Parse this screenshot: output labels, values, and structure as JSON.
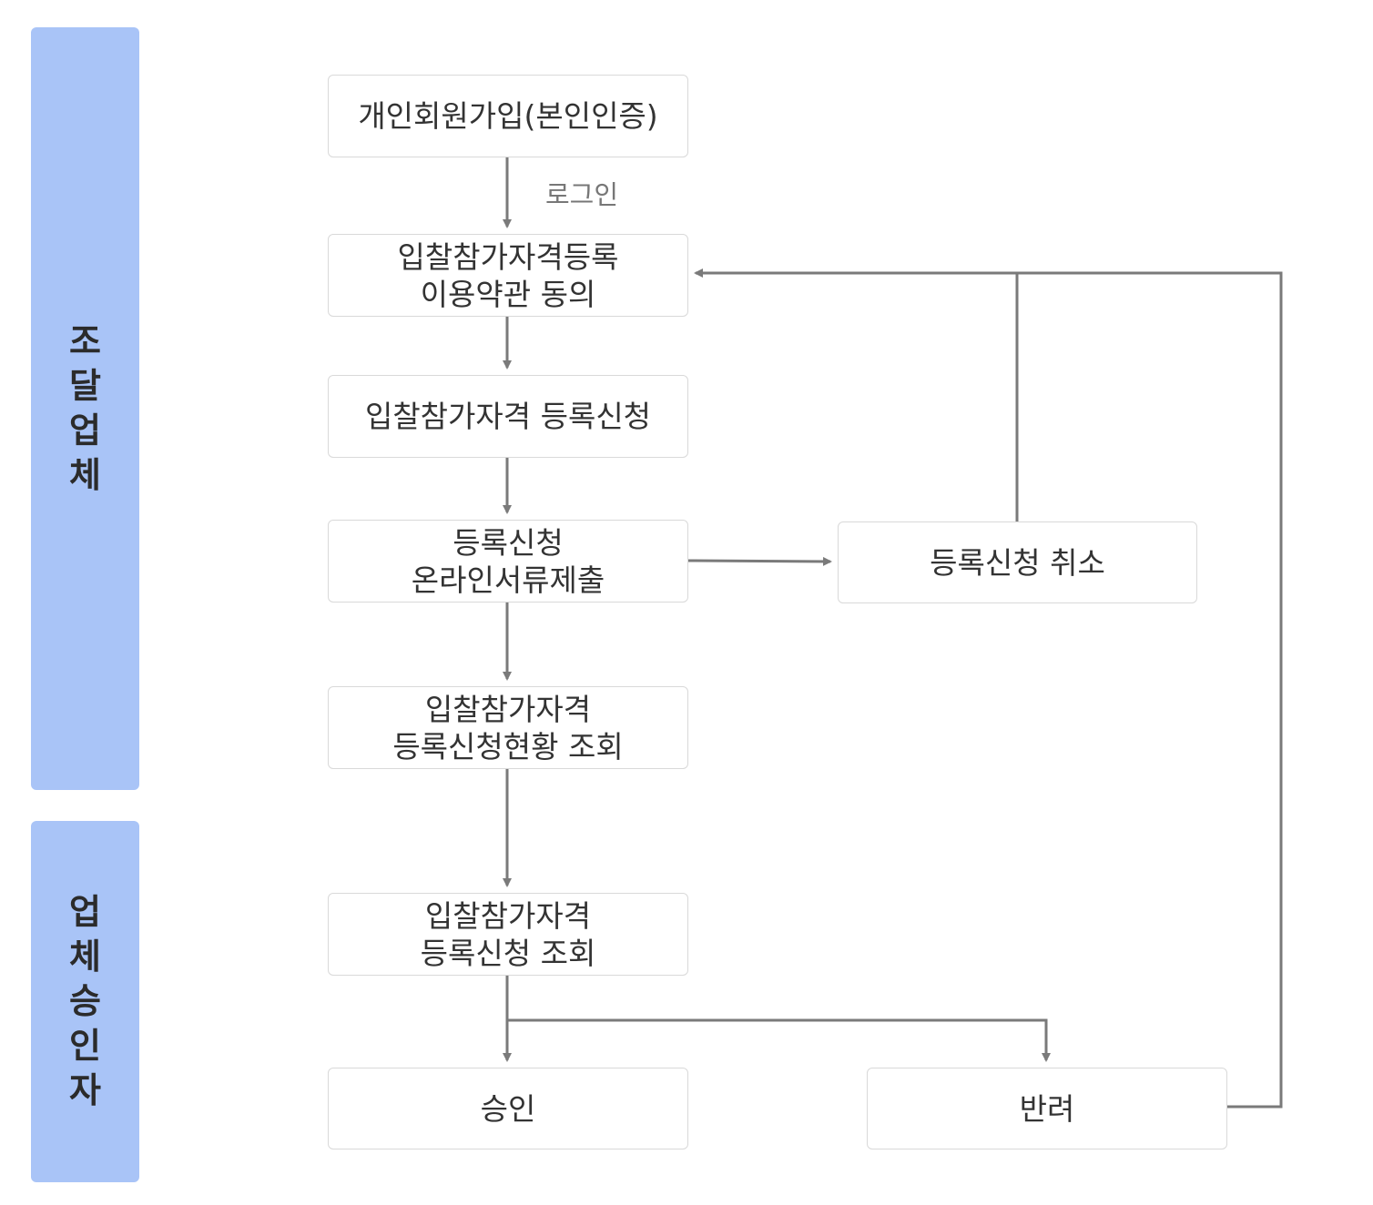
{
  "lanes": {
    "supplier": "조달업체",
    "approver": "업체승인자"
  },
  "nodes": {
    "signup": [
      "개인회원가입(본인인증)"
    ],
    "terms": [
      "입찰참가자격등록",
      "이용약관 동의"
    ],
    "apply": [
      "입찰참가자격 등록신청"
    ],
    "submit": [
      "등록신청",
      "온라인서류제출"
    ],
    "status": [
      "입찰참가자격",
      "등록신청현황 조회"
    ],
    "review": [
      "입찰참가자격",
      "등록신청 조회"
    ],
    "cancel": [
      "등록신청 취소"
    ],
    "approve": [
      "승인"
    ],
    "reject": [
      "반려"
    ]
  },
  "edges": {
    "login_label": "로그인"
  },
  "colors": {
    "lane_fill": "#a9c4f7",
    "connector": "#7a7a7a",
    "node_border": "#d9d9d9"
  }
}
